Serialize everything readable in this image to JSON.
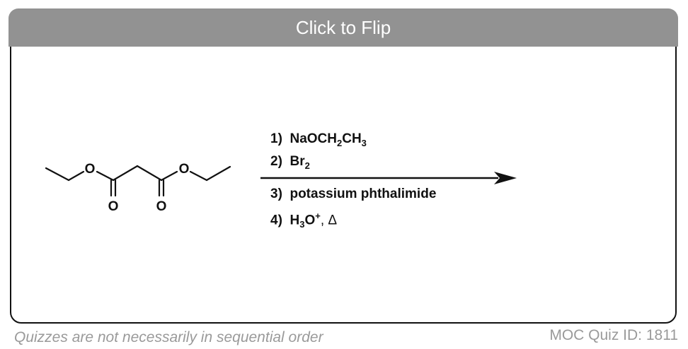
{
  "card": {
    "flip_label": "Click to Flip"
  },
  "molecule": {
    "atom_O": "O"
  },
  "reagents": {
    "step1": {
      "num": "1)",
      "main": "NaOCH",
      "sub1": "2",
      "mid": "CH",
      "sub2": "3"
    },
    "step2": {
      "num": "2)",
      "main": "Br",
      "sub1": "2"
    },
    "step3": {
      "num": "3)",
      "main": "potassium phthalimide"
    },
    "step4": {
      "num": "4)",
      "main": "H",
      "sub1": "3",
      "mid": "O",
      "sup": "+",
      "tail": ", Δ"
    }
  },
  "footer": {
    "left_note": "Quizzes are not necessarily in sequential order",
    "quiz_id": "MOC Quiz ID: 1811"
  },
  "colors": {
    "flip_bar": "#929292",
    "footer_text": "#9a9a9a"
  }
}
